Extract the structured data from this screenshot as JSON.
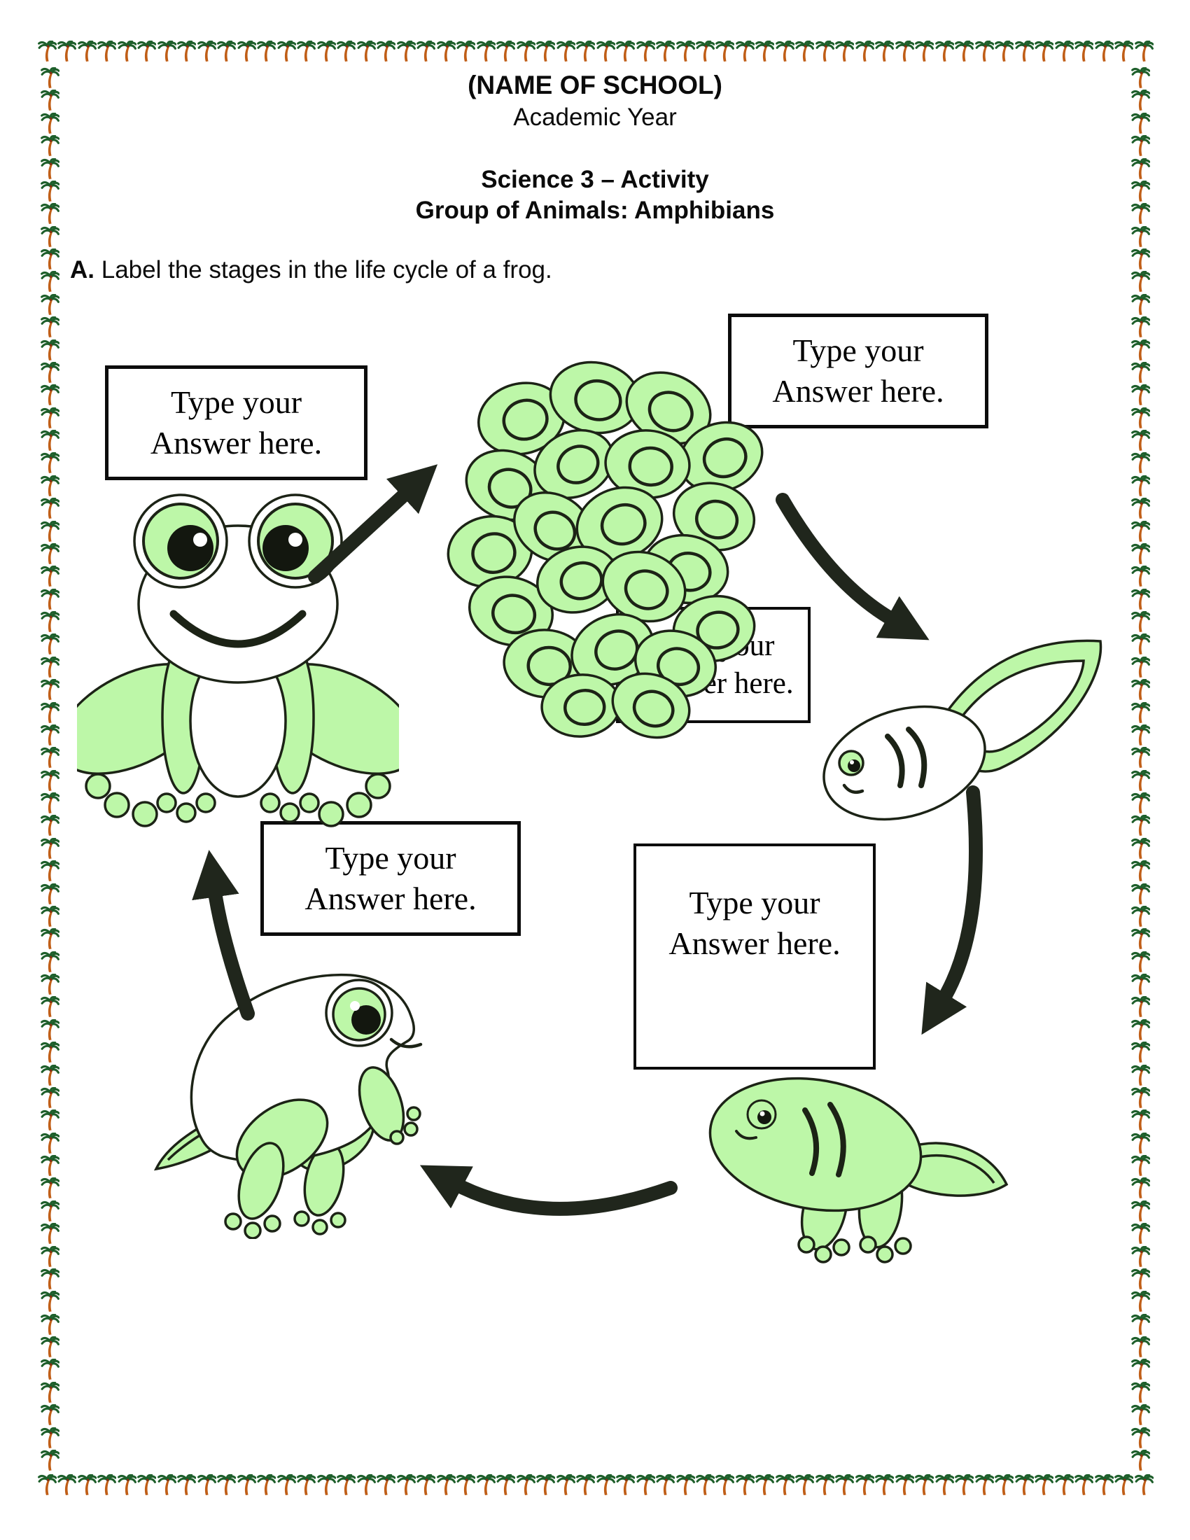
{
  "header": {
    "school_name": "(NAME OF SCHOOL)",
    "academic_year": "Academic Year",
    "course_title": "Science 3 – Activity",
    "topic_title": "Group of Animals: Amphibians"
  },
  "instruction": {
    "prefix": "A.",
    "text": "Label the stages in the life cycle of a frog."
  },
  "answer_boxes": [
    {
      "label": "Type your Answer here."
    },
    {
      "label": "Type your Answer here."
    },
    {
      "label": "Type your Answer here."
    },
    {
      "label": "Type your Answer here."
    },
    {
      "label": "Type your Answer here."
    }
  ],
  "illustrations": [
    "adult-frog",
    "frog-egg-mass",
    "young-tadpole",
    "tadpole-with-legs",
    "froglet",
    "cycle-arrows",
    "palm-tree-border"
  ],
  "colors": {
    "green": "#bdf7a8",
    "outline": "#1c2316",
    "arrow": "#20261c",
    "palm_leaf": "#1e5f2b",
    "palm_trunk": "#c05e17",
    "box_border": "#0c0c0c",
    "text": "#0b0b0b"
  }
}
